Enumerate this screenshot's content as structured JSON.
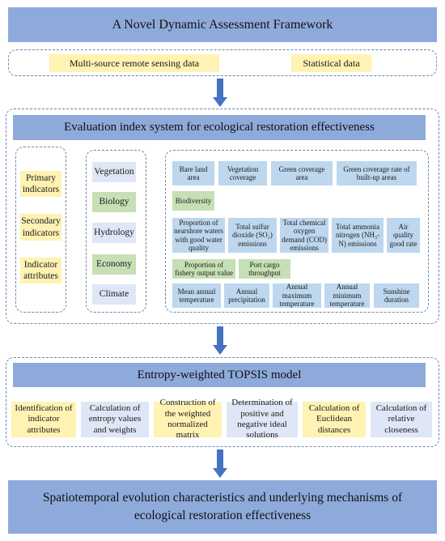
{
  "framework_title": "A Novel Dynamic Assessment Framework",
  "data_sources": {
    "remote_sensing": "Multi-source remote sensing data",
    "statistical": "Statistical data"
  },
  "evaluation": {
    "title": "Evaluation index system for ecological restoration effectiveness",
    "attribute_labels": [
      "Primary indicators",
      "Secondary indicators",
      "Indicator attributes"
    ],
    "primary": [
      "Vegetation",
      "Biology",
      "Hydrology",
      "Economy",
      "Climate"
    ],
    "secondary": {
      "vegetation": [
        "Bare land area",
        "Vegetation coverage",
        "Green coverage area",
        "Green coverage rate of built-up areas"
      ],
      "biology": [
        "Biodiversity"
      ],
      "hydrology": [
        "Proportion of nearshore waters with good water quality",
        "Total sulfur dioxide (SO₂) emissions",
        "Total chemical oxygen demand (COD) emissions",
        "Total ammonia nitrogen (NH₃-N) emissions",
        "Air quality good rate"
      ],
      "economy": [
        "Proportion of fishery output value",
        "Port cargo throughput"
      ],
      "climate": [
        "Mean annual temperature",
        "Annual precipitation",
        "Annual maximum temperature",
        "Annual minimum temperature",
        "Sunshine duration"
      ]
    }
  },
  "topsis": {
    "title": "Entropy-weighted TOPSIS model",
    "steps": [
      "Identification of indicator attributes",
      "Calculation of entropy values and weights",
      "Construction of the weighted normalized matrix",
      "Determination of positive and negative ideal solutions",
      "Calculation of Euclidean distances",
      "Calculation of relative closeness"
    ]
  },
  "result": "Spatiotemporal evolution characteristics and underlying mechanisms of ecological restoration effectiveness",
  "colors": {
    "banner": "#8eaadb",
    "arrow": "#4472c4",
    "yellow": "#fff2b3",
    "blue_light": "#dfe6f5",
    "blue_indicator": "#bdd7ee",
    "green": "#c5e0b4"
  }
}
